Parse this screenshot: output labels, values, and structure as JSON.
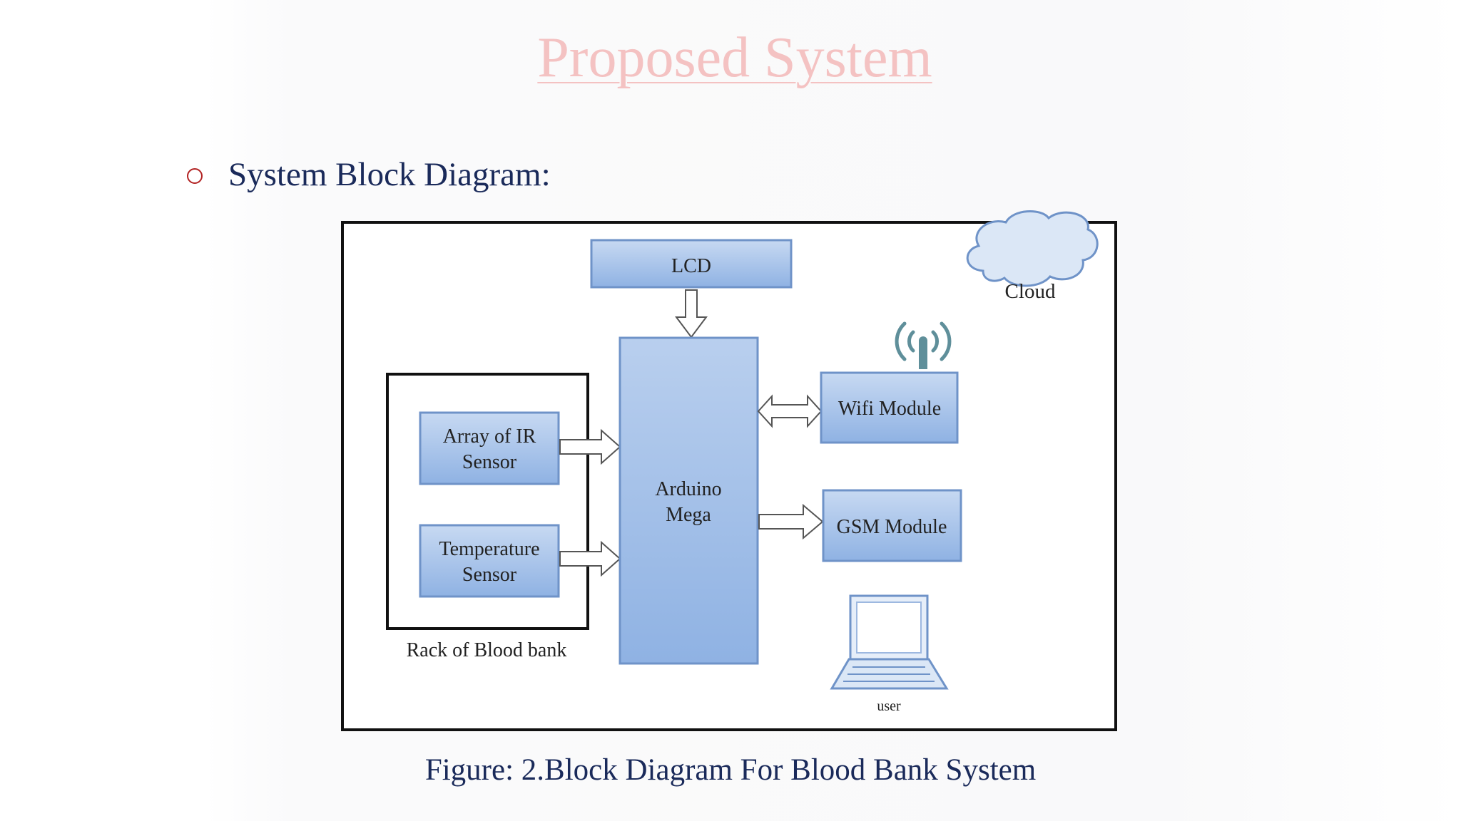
{
  "slide": {
    "title": "Proposed System",
    "bullet": "System Block Diagram:",
    "caption": "Figure: 2.Block Diagram For Blood Bank System"
  },
  "diagram": {
    "blocks": {
      "lcd": "LCD",
      "cloud": "Cloud",
      "ir_sensor_line1": "Array of IR",
      "ir_sensor_line2": "Sensor",
      "temp_sensor_line1": "Temperature",
      "temp_sensor_line2": "Sensor",
      "arduino_line1": "Arduino",
      "arduino_line2": "Mega",
      "wifi": "Wifi Module",
      "gsm": "GSM Module",
      "rack_label": "Rack of Blood bank",
      "user": "user"
    },
    "colors": {
      "block_top": "#c7d9f2",
      "block_bottom": "#8fb2e3",
      "block_border": "#6f93c8",
      "cloud_fill": "#dbe7f6",
      "antenna": "#5f8f9a",
      "title": "#f4c2c2",
      "text": "#1a2a5a"
    }
  }
}
